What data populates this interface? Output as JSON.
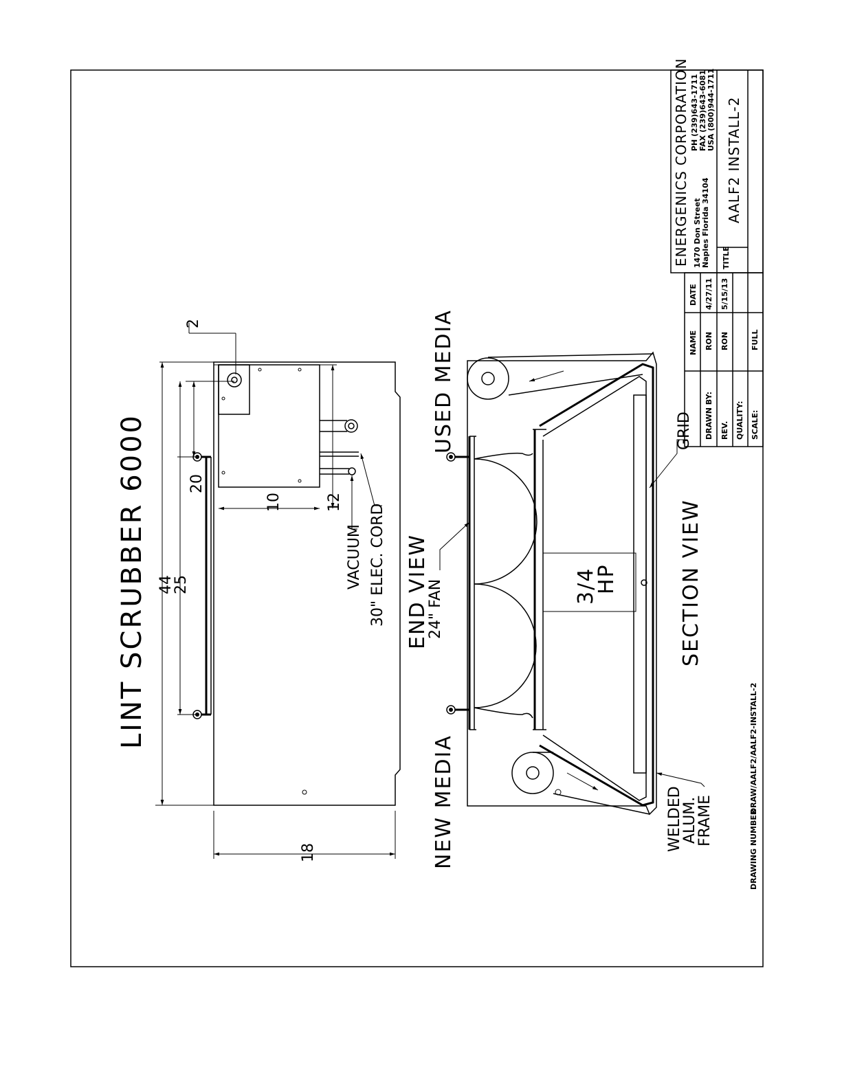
{
  "drawing_title": "LINT SCRUBBER 6000",
  "views": {
    "end_view": "END VIEW",
    "section_view": "SECTION VIEW",
    "new_media": "NEW MEDIA",
    "used_media": "USED MEDIA"
  },
  "dimensions": {
    "overall_length": "44",
    "width": "18",
    "mount_spacing_outer": "25",
    "mount_spacing_inner": "20",
    "box_width": "10",
    "box_height": "12",
    "offset": "2"
  },
  "callouts": {
    "vacuum": "VACUUM",
    "elec_cord": "30\" ELEC. CORD",
    "fan": "24\" FAN",
    "motor_line1": "3/4",
    "motor_line2": "HP",
    "grid": "GRID",
    "frame_line1": "WELDED",
    "frame_line2": "ALUM.",
    "frame_line3": "FRAME"
  },
  "title_block": {
    "company": "ENERGENICS CORPORATION",
    "address_line1": "1470 Don Street",
    "address_line2": "Naples Florida 34104",
    "phone": "PH (239)643-1711",
    "fax": "FAX (239)643-6081",
    "usa": "USA (800)944-1711",
    "title_label": "TITLE",
    "title_value": "AALF2 INSTALL-2",
    "name_header": "NAME",
    "date_header": "DATE",
    "drawn_by_label": "DRAWN BY:",
    "drawn_by_name": "RON",
    "drawn_by_date": "4/27/11",
    "rev_label": "REV.",
    "rev_name": "RON",
    "rev_date": "5/15/13",
    "quality_label": "QUALITY:",
    "scale_label": "SCALE:",
    "scale_value": "FULL"
  },
  "drawing_number": {
    "label": "DRAWING NUMBER",
    "value": "DRAW/AALF2/AALF2-INSTALL-2"
  }
}
